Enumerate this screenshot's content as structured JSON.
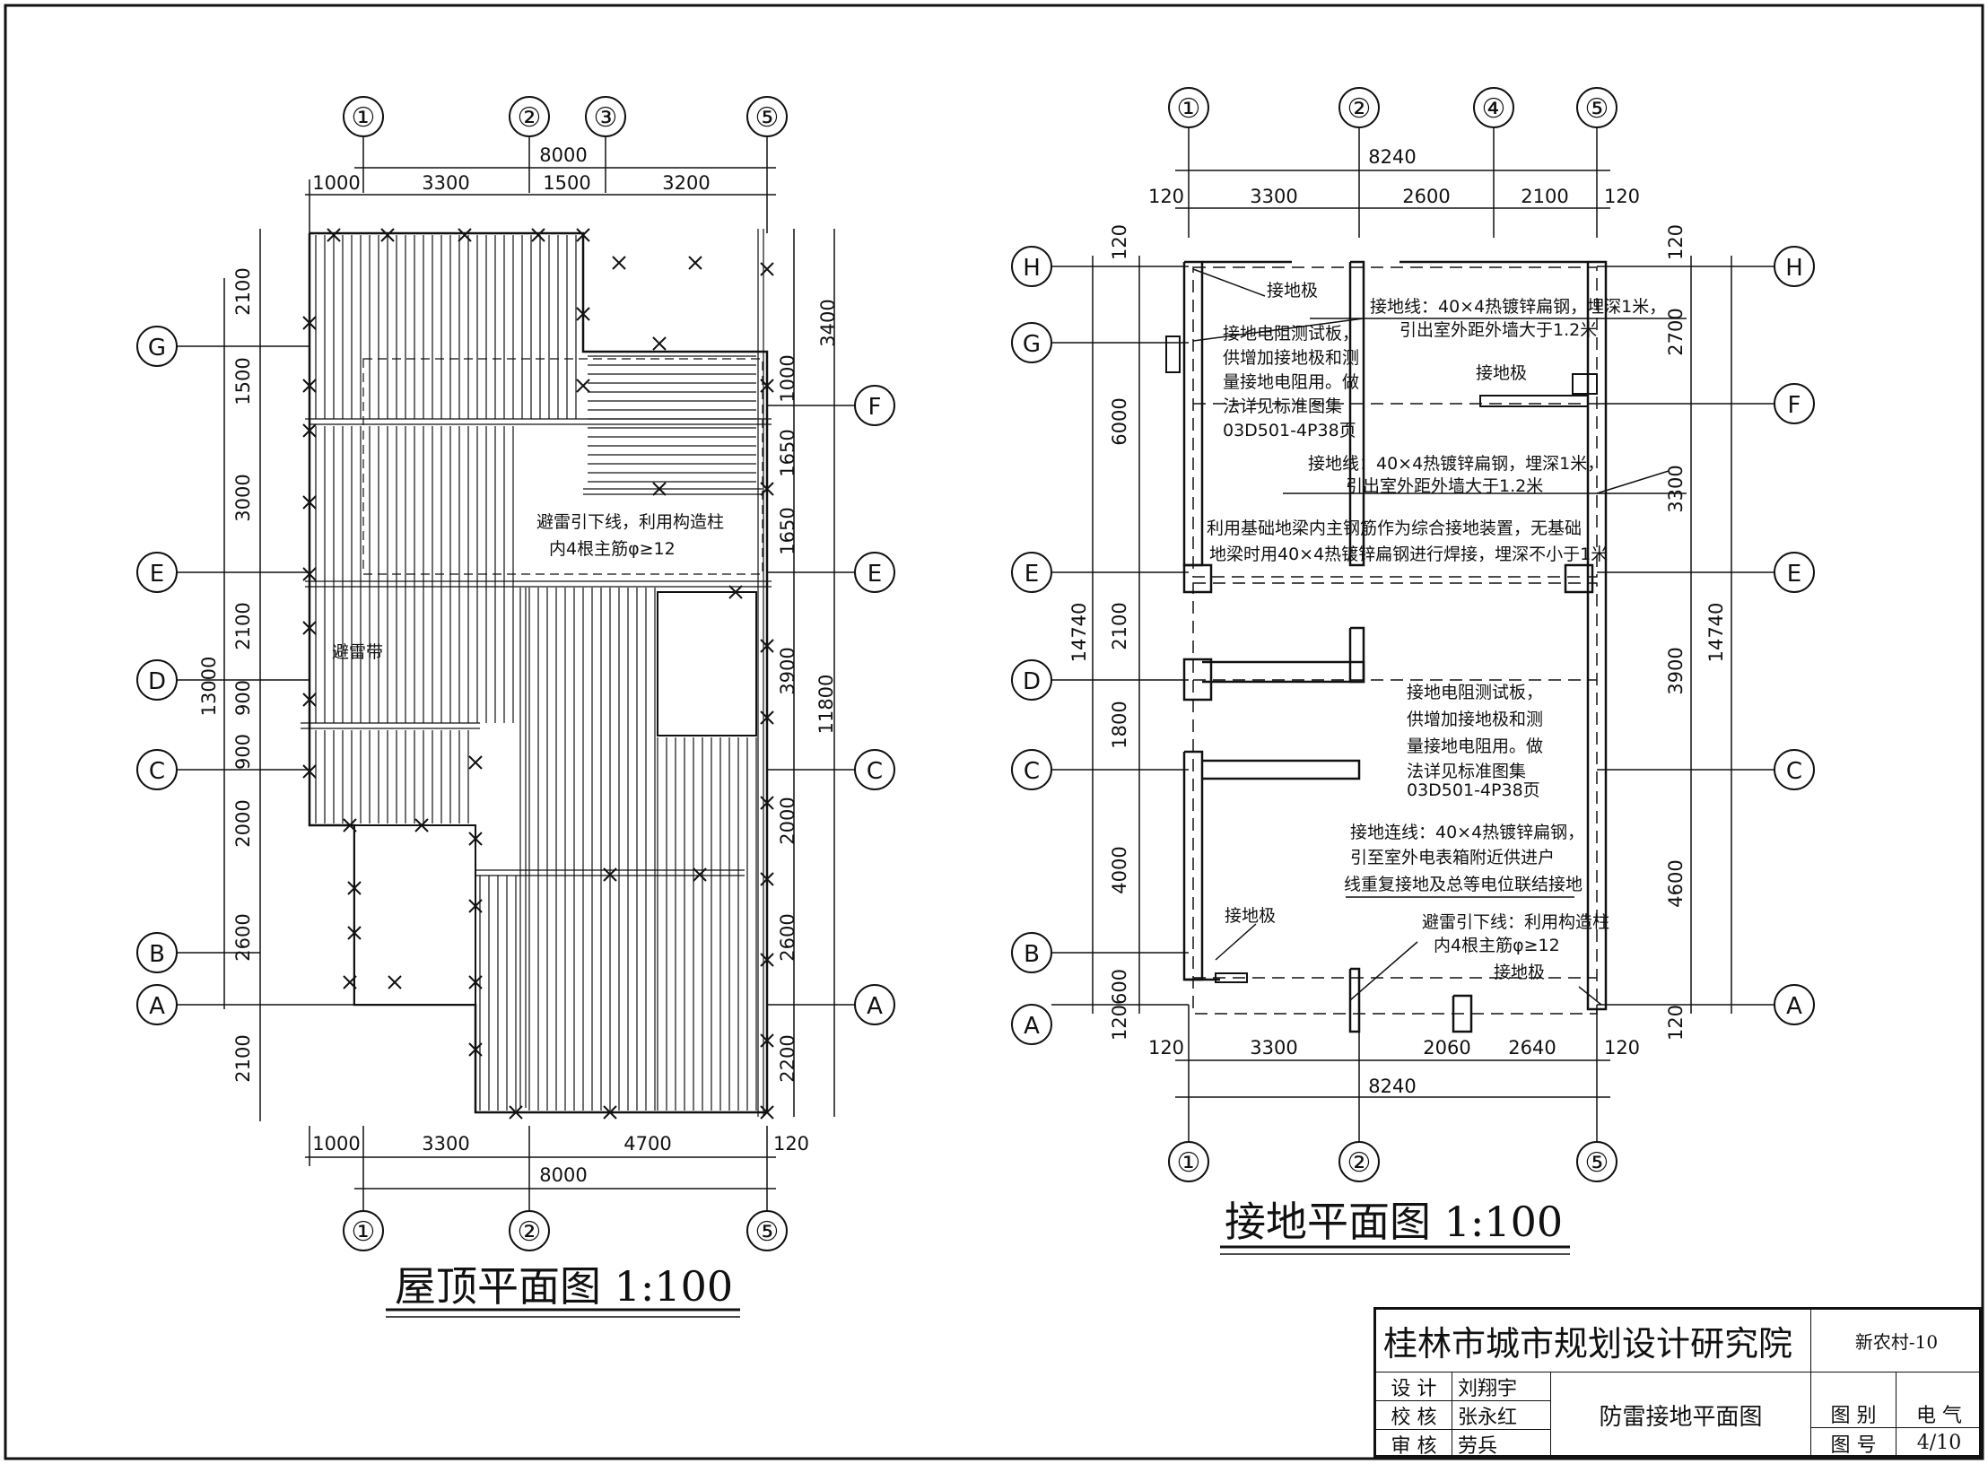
{
  "roof_plan": {
    "title": "屋顶平面图  1:100",
    "axes_top": [
      "①",
      "②",
      "③",
      "⑤"
    ],
    "axes_bottom": [
      "①",
      "②",
      "⑤"
    ],
    "axes_left": [
      "G",
      "E",
      "D",
      "C",
      "B",
      "A"
    ],
    "axes_right": [
      "F",
      "E",
      "C",
      "A"
    ],
    "dims_top_total": "8000",
    "dims_top": [
      "1000",
      "3300",
      "1500",
      "3200"
    ],
    "dims_bottom": [
      "1000",
      "3300",
      "4700",
      "120"
    ],
    "dims_bottom_total": "8000",
    "dims_left": [
      "2100",
      "1500",
      "3000",
      "2100",
      "900",
      "900",
      "2000",
      "2600",
      "2100"
    ],
    "dims_left_total": "13000",
    "dims_right": [
      "3400",
      "1000",
      "1650",
      "1650",
      "3900",
      "2000",
      "2600",
      "2200"
    ],
    "dims_right_total": "11800",
    "note_downlead": "避雷引下线，利用构造柱",
    "note_downlead2": "内4根主筋φ≥12",
    "note_belt": "避雷带"
  },
  "ground_plan": {
    "title": "接地平面图  1:100",
    "axes_top": [
      "①",
      "②",
      "④",
      "⑤"
    ],
    "axes_bottom": [
      "①",
      "②",
      "⑤"
    ],
    "axes_left": [
      "H",
      "G",
      "E",
      "D",
      "C",
      "B",
      "A"
    ],
    "axes_right": [
      "H",
      "F",
      "E",
      "C",
      "A"
    ],
    "dims_top_total": "8240",
    "dims_top": [
      "120",
      "3300",
      "2600",
      "2100",
      "120"
    ],
    "dims_bottom": [
      "120",
      "3300",
      "2060",
      "2640",
      "120"
    ],
    "dims_bottom_total": "8240",
    "dims_left": [
      "120",
      "6000",
      "2100",
      "1800",
      "4000",
      "600",
      "120"
    ],
    "dims_left_total": "14740",
    "dims_right": [
      "120",
      "2700",
      "3300",
      "3900",
      "4600",
      "120"
    ],
    "dims_right_total": "14740",
    "label_plate1": "接地极",
    "label_plate2": "接地极",
    "label_plate3": "接地极",
    "label_plate4": "接地极",
    "note_test_1": [
      "接地电阻测试板，",
      "供增加接地极和测",
      "量接地电阻用。做",
      "法详见标准图集",
      "03D501-4P38页"
    ],
    "note_line_1": [
      "接地线：40×4热镀锌扁钢，埋深1米，",
      "引出室外距外墙大于1.2米"
    ],
    "note_line_2": [
      "接地线：40×4热镀锌扁钢，埋深1米，",
      "引出室外距外墙大于1.2米"
    ],
    "note_foundation": [
      "利用基础地梁内主钢筋作为综合接地装置，无基础",
      "地梁时用40×4热镀锌扁钢进行焊接，埋深不小于1米"
    ],
    "note_test_2": [
      "接地电阻测试板，",
      "供增加接地极和测",
      "量接地电阻用。做",
      "法详见标准图集",
      "03D501-4P38页"
    ],
    "note_conn": [
      "接地连线：40×4热镀锌扁钢，",
      "引至室外电表箱附近供进户",
      "线重复接地及总等电位联结接地"
    ],
    "note_downlead": [
      "避雷引下线：利用构造柱",
      "内4根主筋φ≥12"
    ]
  },
  "title_block": {
    "institute": "桂林市城市规划设计研究院",
    "project": "新农村-10",
    "design_label": "设  计",
    "design_name": "刘翔宇",
    "check_label": "校  核",
    "check_name": "张永红",
    "review_label": "审  核",
    "review_name": "劳兵",
    "drawing_name": "防雷接地平面图",
    "category_label": "图 别",
    "category_value": "电 气",
    "number_label": "图 号",
    "number_value": "4/10"
  }
}
